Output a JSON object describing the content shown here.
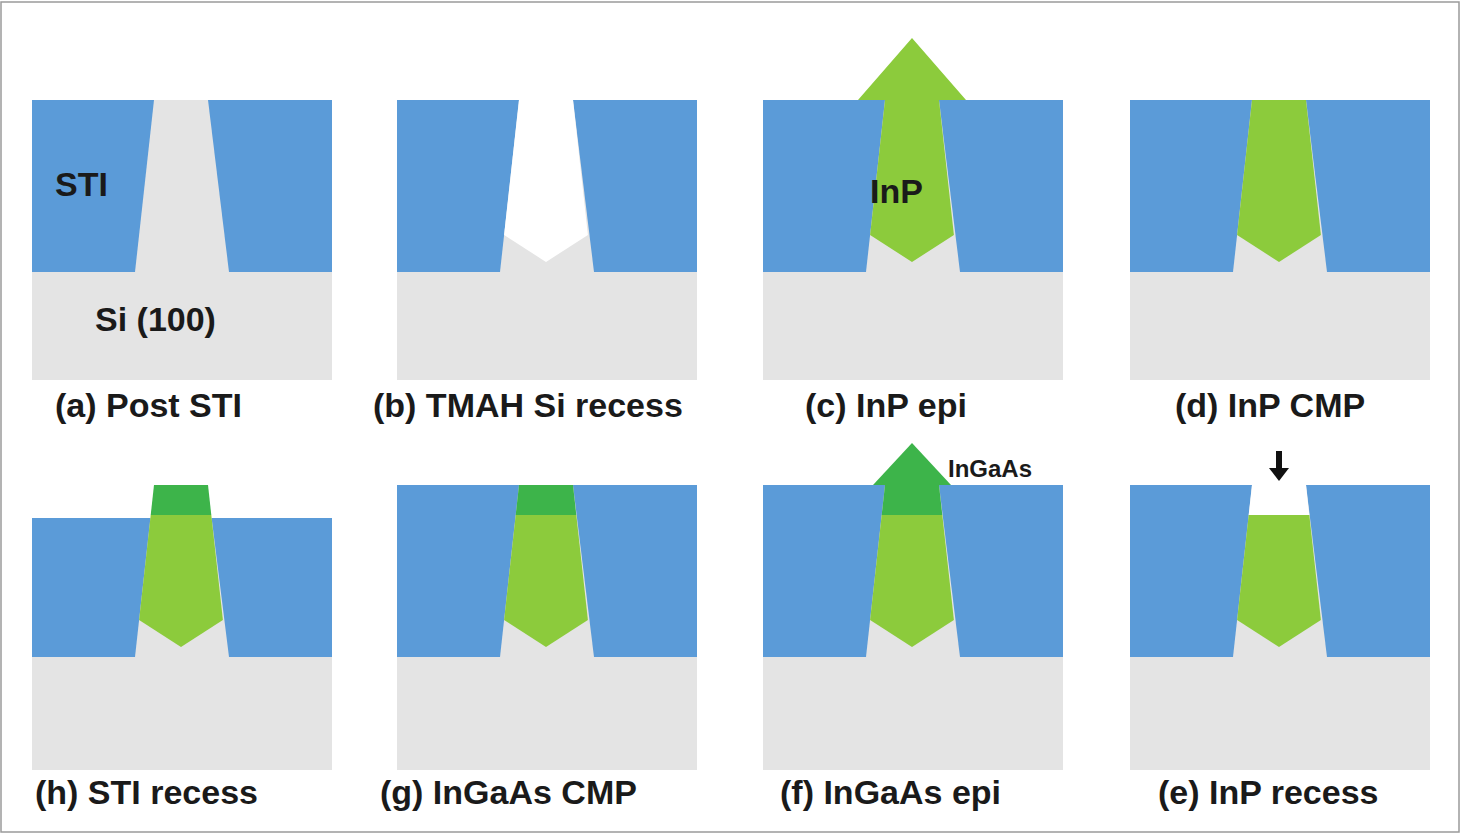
{
  "diagram": {
    "labels": [
      "STI",
      "Si (100)",
      "InP",
      "InGaAs",
      "(a) Post STI",
      "(b) TMAH Si recess",
      "(c) InP epi",
      "(d) InP CMP",
      "(h) STI recess",
      "(g) InGaAs CMP",
      "(f) InGaAs epi",
      "(e) InP recess"
    ]
  }
}
